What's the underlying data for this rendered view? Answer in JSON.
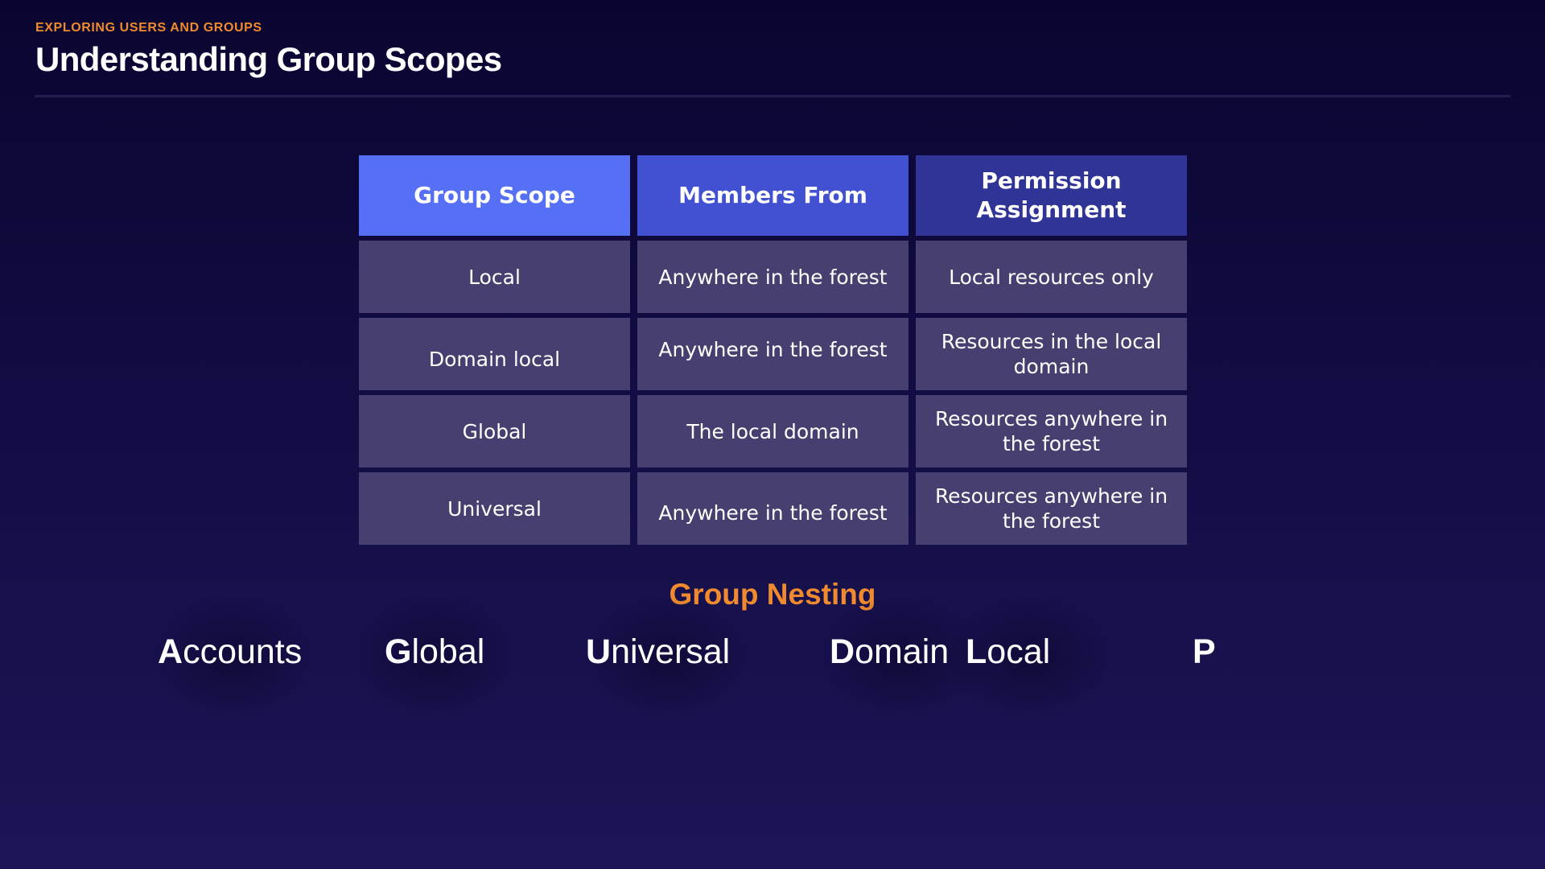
{
  "header": {
    "eyebrow": "EXPLORING USERS AND GROUPS",
    "title": "Understanding Group Scopes"
  },
  "table": {
    "headers": [
      "Group Scope",
      "Members From",
      "Permission Assignment"
    ],
    "rows": [
      [
        "Local",
        "Anywhere in the forest",
        "Local resources only"
      ],
      [
        "Domain local",
        "Anywhere in the forest",
        "Resources in the local domain"
      ],
      [
        "Global",
        "The local domain",
        "Resources anywhere in the forest"
      ],
      [
        "Universal",
        "Anywhere in the forest",
        "Resources anywhere in the forest"
      ]
    ]
  },
  "nesting": {
    "title": "Group Nesting",
    "items": [
      {
        "initial": "A",
        "rest": "ccounts"
      },
      {
        "initial": "G",
        "rest": "lobal"
      },
      {
        "initial": "U",
        "rest": "niversal"
      },
      {
        "initial": "D",
        "rest": "omain"
      },
      {
        "initial": "L",
        "rest": "ocal"
      },
      {
        "initial": "P",
        "rest": ""
      }
    ]
  },
  "colors": {
    "accent": "#f08a2e",
    "header_col_1": "#5570f5",
    "header_col_2": "#4250d2",
    "header_col_3": "#2f3496",
    "cell": "#463f6f"
  }
}
